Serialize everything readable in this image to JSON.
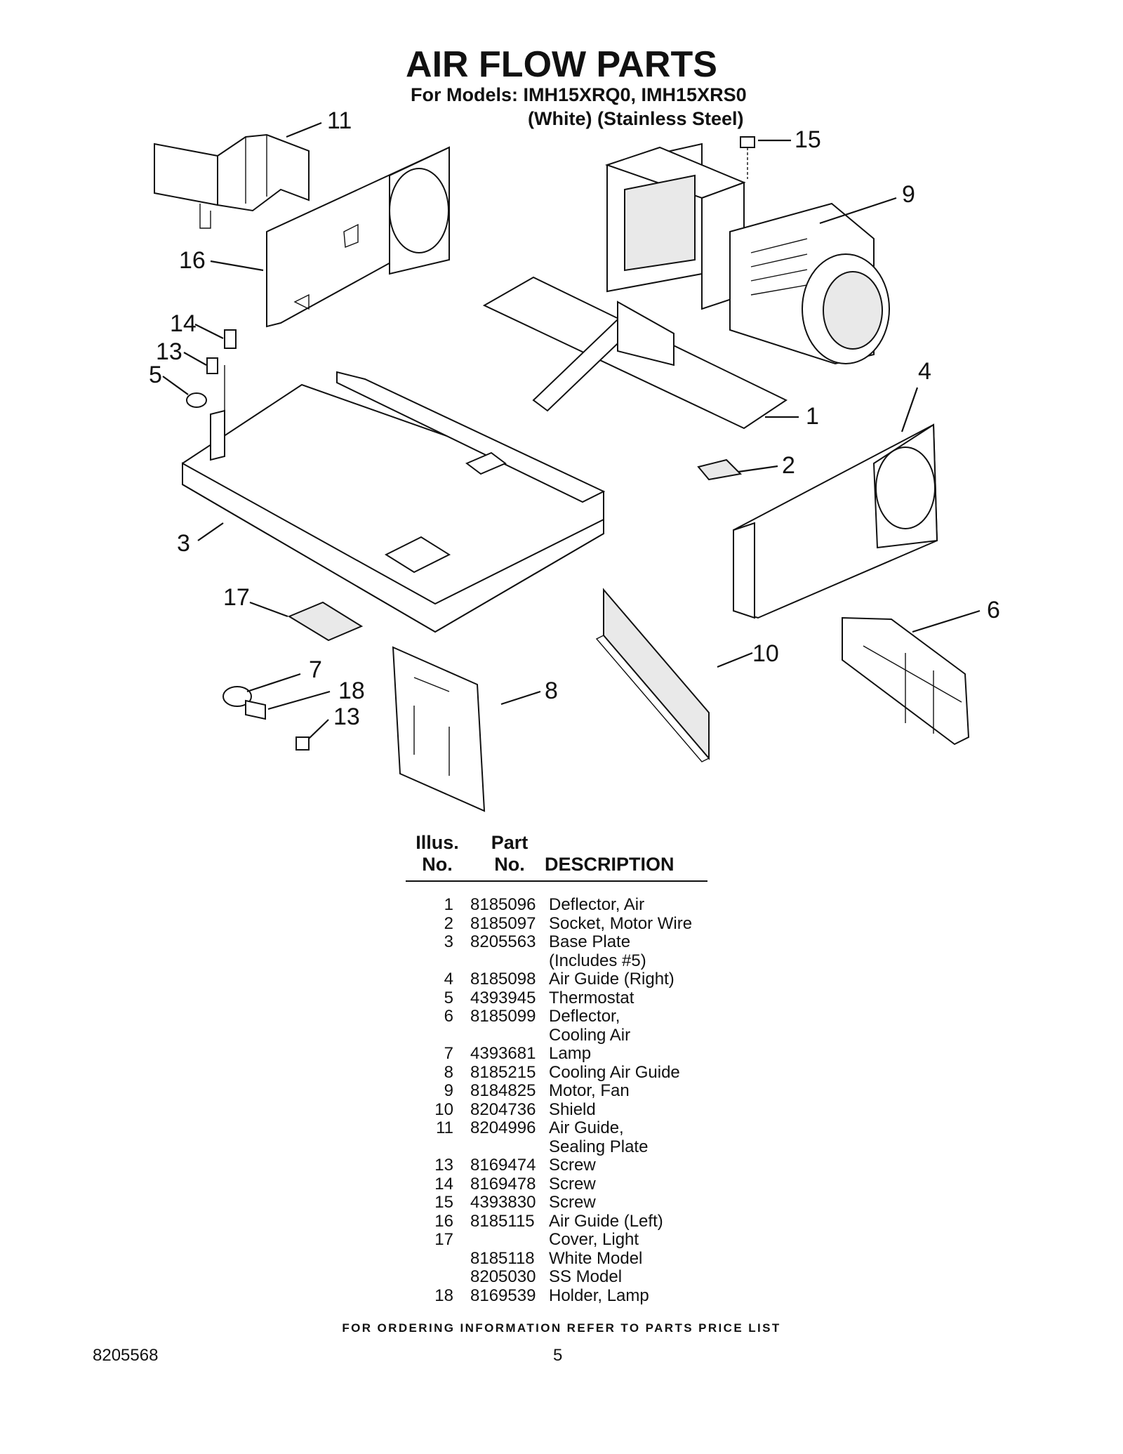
{
  "title": "AIR FLOW PARTS",
  "models_line": "For Models: IMH15XRQ0, IMH15XRS0",
  "variants_line": "(White)  (Stainless Steel)",
  "callouts": [
    "1",
    "2",
    "3",
    "4",
    "5",
    "6",
    "7",
    "8",
    "9",
    "10",
    "11",
    "13",
    "14",
    "13",
    "15",
    "16",
    "17",
    "18"
  ],
  "table": {
    "header_illus": [
      "Illus.",
      "No."
    ],
    "header_part": [
      "Part",
      "No."
    ],
    "header_desc": "DESCRIPTION",
    "rows": [
      {
        "no": "1",
        "part": "8185096",
        "desc": "Deflector, Air"
      },
      {
        "no": "2",
        "part": "8185097",
        "desc": "Socket, Motor Wire"
      },
      {
        "no": "3",
        "part": "8205563",
        "desc": "Base Plate"
      },
      {
        "no": "",
        "part": "",
        "desc": "(Includes #5)"
      },
      {
        "no": "4",
        "part": "8185098",
        "desc": "Air Guide (Right)"
      },
      {
        "no": "5",
        "part": "4393945",
        "desc": "Thermostat"
      },
      {
        "no": "6",
        "part": "8185099",
        "desc": "Deflector,"
      },
      {
        "no": "",
        "part": "",
        "desc": "Cooling Air"
      },
      {
        "no": "7",
        "part": "4393681",
        "desc": "Lamp"
      },
      {
        "no": "8",
        "part": "8185215",
        "desc": "Cooling Air Guide"
      },
      {
        "no": "9",
        "part": "8184825",
        "desc": "Motor, Fan"
      },
      {
        "no": "10",
        "part": "8204736",
        "desc": "Shield"
      },
      {
        "no": "11",
        "part": "8204996",
        "desc": "Air Guide,"
      },
      {
        "no": "",
        "part": "",
        "desc": "Sealing Plate"
      },
      {
        "no": "13",
        "part": "8169474",
        "desc": "Screw"
      },
      {
        "no": "14",
        "part": "8169478",
        "desc": "Screw"
      },
      {
        "no": "15",
        "part": "4393830",
        "desc": "Screw"
      },
      {
        "no": "16",
        "part": "8185115",
        "desc": "Air Guide (Left)"
      },
      {
        "no": "17",
        "part": "",
        "desc": "Cover, Light"
      },
      {
        "no": "",
        "part": "8185118",
        "desc": "White Model"
      },
      {
        "no": "",
        "part": "8205030",
        "desc": "SS Model"
      },
      {
        "no": "18",
        "part": "8169539",
        "desc": "Holder, Lamp"
      }
    ]
  },
  "footer": "FOR ORDERING INFORMATION REFER TO PARTS PRICE LIST",
  "doc_number": "8205568",
  "page_number": "5"
}
